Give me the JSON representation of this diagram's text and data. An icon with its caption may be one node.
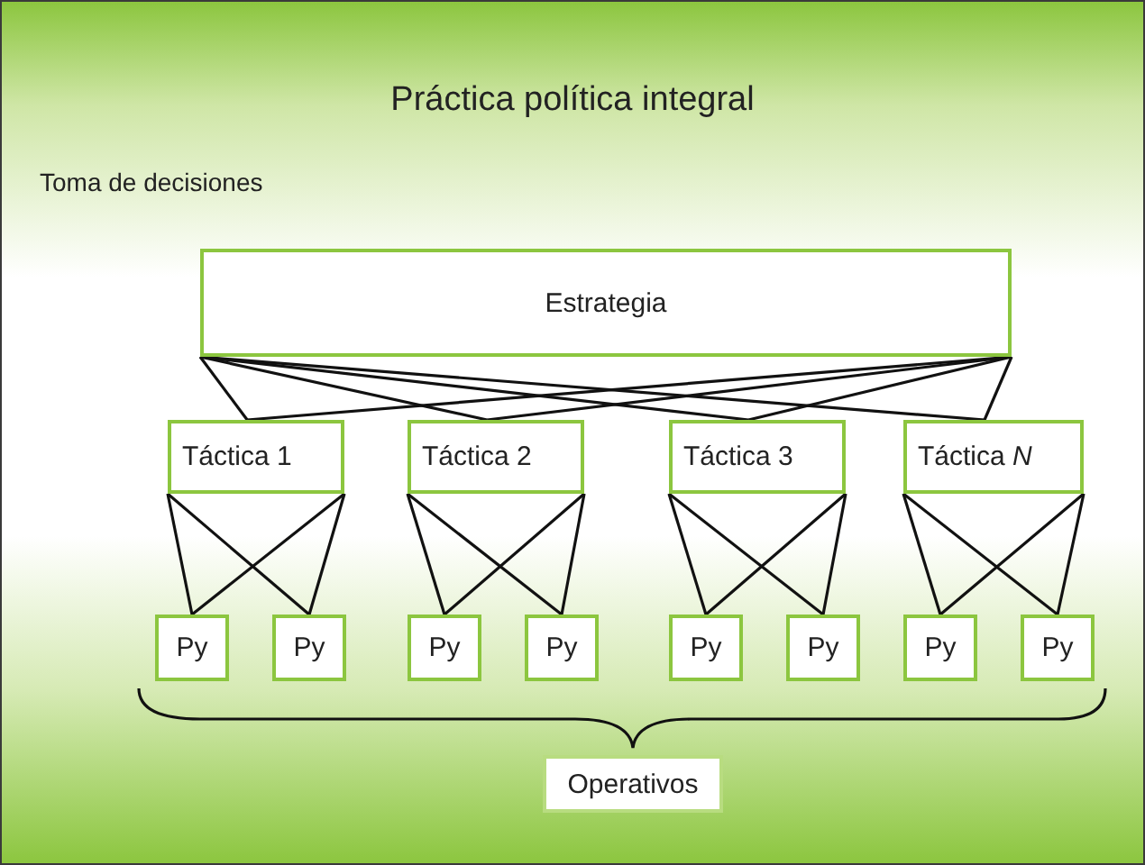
{
  "diagram": {
    "title": "Práctica política integral",
    "nodes": [
      {
        "text": [
          "Estrategia"
        ]
      },
      {
        "text": [
          "Táctica 1"
        ]
      },
      {
        "text": [
          "Táctica 2"
        ]
      },
      {
        "text": [
          "Táctica 3"
        ]
      },
      {
        "text": [
          "Táctica *N*"
        ]
      },
      {
        "text": [
          "Py"
        ]
      },
      {
        "text": [
          "Py"
        ]
      },
      {
        "text": [
          "Py"
        ]
      },
      {
        "text": [
          "Py"
        ]
      },
      {
        "text": [
          "Py"
        ]
      },
      {
        "text": [
          "Py"
        ]
      },
      {
        "text": [
          "Py"
        ]
      },
      {
        "text": [
          "Py"
        ]
      },
      {
        "text": [
          "Operativos"
        ]
      }
    ],
    "edges": [
      {
        "from": 0,
        "to": 1,
        "arrow": "none"
      },
      {
        "from": 0,
        "to": 1,
        "arrow": "none"
      },
      {
        "from": 0,
        "to": 2,
        "arrow": "none"
      },
      {
        "from": 0,
        "to": 2,
        "arrow": "none"
      },
      {
        "from": 0,
        "to": 3,
        "arrow": "none"
      },
      {
        "from": 0,
        "to": 3,
        "arrow": "none"
      },
      {
        "from": 0,
        "to": 4,
        "arrow": "none"
      },
      {
        "from": 0,
        "to": 4,
        "arrow": "none"
      },
      {
        "from": 1,
        "to": 5,
        "arrow": "none"
      },
      {
        "from": 1,
        "to": 6,
        "arrow": "none"
      },
      {
        "from": 1,
        "to": 5,
        "arrow": "none"
      },
      {
        "from": 1,
        "to": 6,
        "arrow": "none"
      },
      {
        "from": 2,
        "to": 7,
        "arrow": "none"
      },
      {
        "from": 2,
        "to": 8,
        "arrow": "none"
      },
      {
        "from": 2,
        "to": 7,
        "arrow": "none"
      },
      {
        "from": 2,
        "to": 8,
        "arrow": "none"
      },
      {
        "from": 3,
        "to": 9,
        "arrow": "none"
      },
      {
        "from": 3,
        "to": 10,
        "arrow": "none"
      },
      {
        "from": 3,
        "to": 9,
        "arrow": "none"
      },
      {
        "from": 3,
        "to": 10,
        "arrow": "none"
      },
      {
        "from": 4,
        "to": 11,
        "arrow": "none"
      },
      {
        "from": 4,
        "to": 12,
        "arrow": "none"
      },
      {
        "from": 4,
        "to": 11,
        "arrow": "none"
      },
      {
        "from": 4,
        "to": 12,
        "arrow": "none"
      }
    ],
    "labels": [
      "Toma de decisiones"
    ]
  }
}
